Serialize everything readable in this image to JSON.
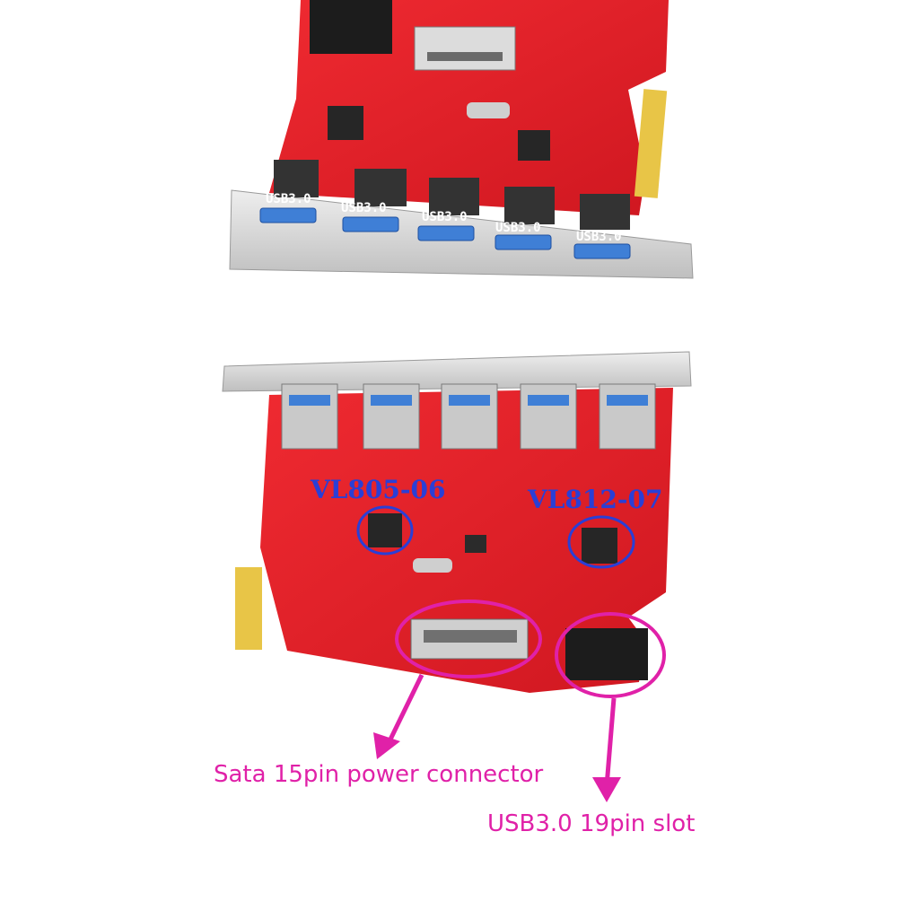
{
  "photo": {
    "top_card": {
      "port_labels": [
        "USB3.0",
        "USB3.0",
        "USB3.0",
        "USB3.0",
        "USB3.0"
      ]
    },
    "bottom_card": {
      "chip_labels": [
        "VL805-06",
        "VL812-07"
      ]
    }
  },
  "annotations": {
    "sata_connector": "Sata 15pin power connector",
    "usb_header": "USB3.0 19pin slot"
  },
  "colors": {
    "pcb_red": "#e3202a",
    "pcb_dark": "#b3121b",
    "bracket_gray": "#d6d6d6",
    "port_blue": "#3f7fd6",
    "chip_label_blue": "#2a3fd6",
    "annotation_magenta": "#e021a8",
    "gold_contacts": "#e8c547"
  }
}
